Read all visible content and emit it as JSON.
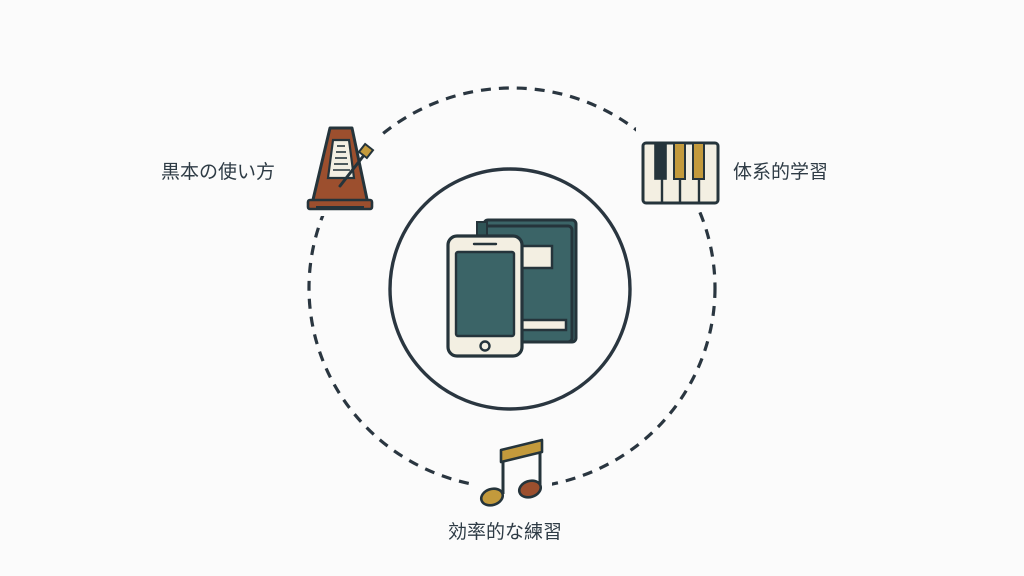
{
  "labels": {
    "metronome": "黒本の使い方",
    "piano": "体系的学習",
    "note": "効率的な練習"
  },
  "icons": {
    "top_left": "metronome-icon",
    "top_right": "piano-keys-icon",
    "bottom": "music-note-icon",
    "center_phone": "smartphone-icon",
    "center_book": "book-icon"
  },
  "colors": {
    "background": "#fbfbfb",
    "line": "#2a3640",
    "metronome": "#9c4f2e",
    "gold": "#c39a3c",
    "teal": "#3b6467",
    "cream": "#f3efe2",
    "text": "#2e3b45"
  }
}
